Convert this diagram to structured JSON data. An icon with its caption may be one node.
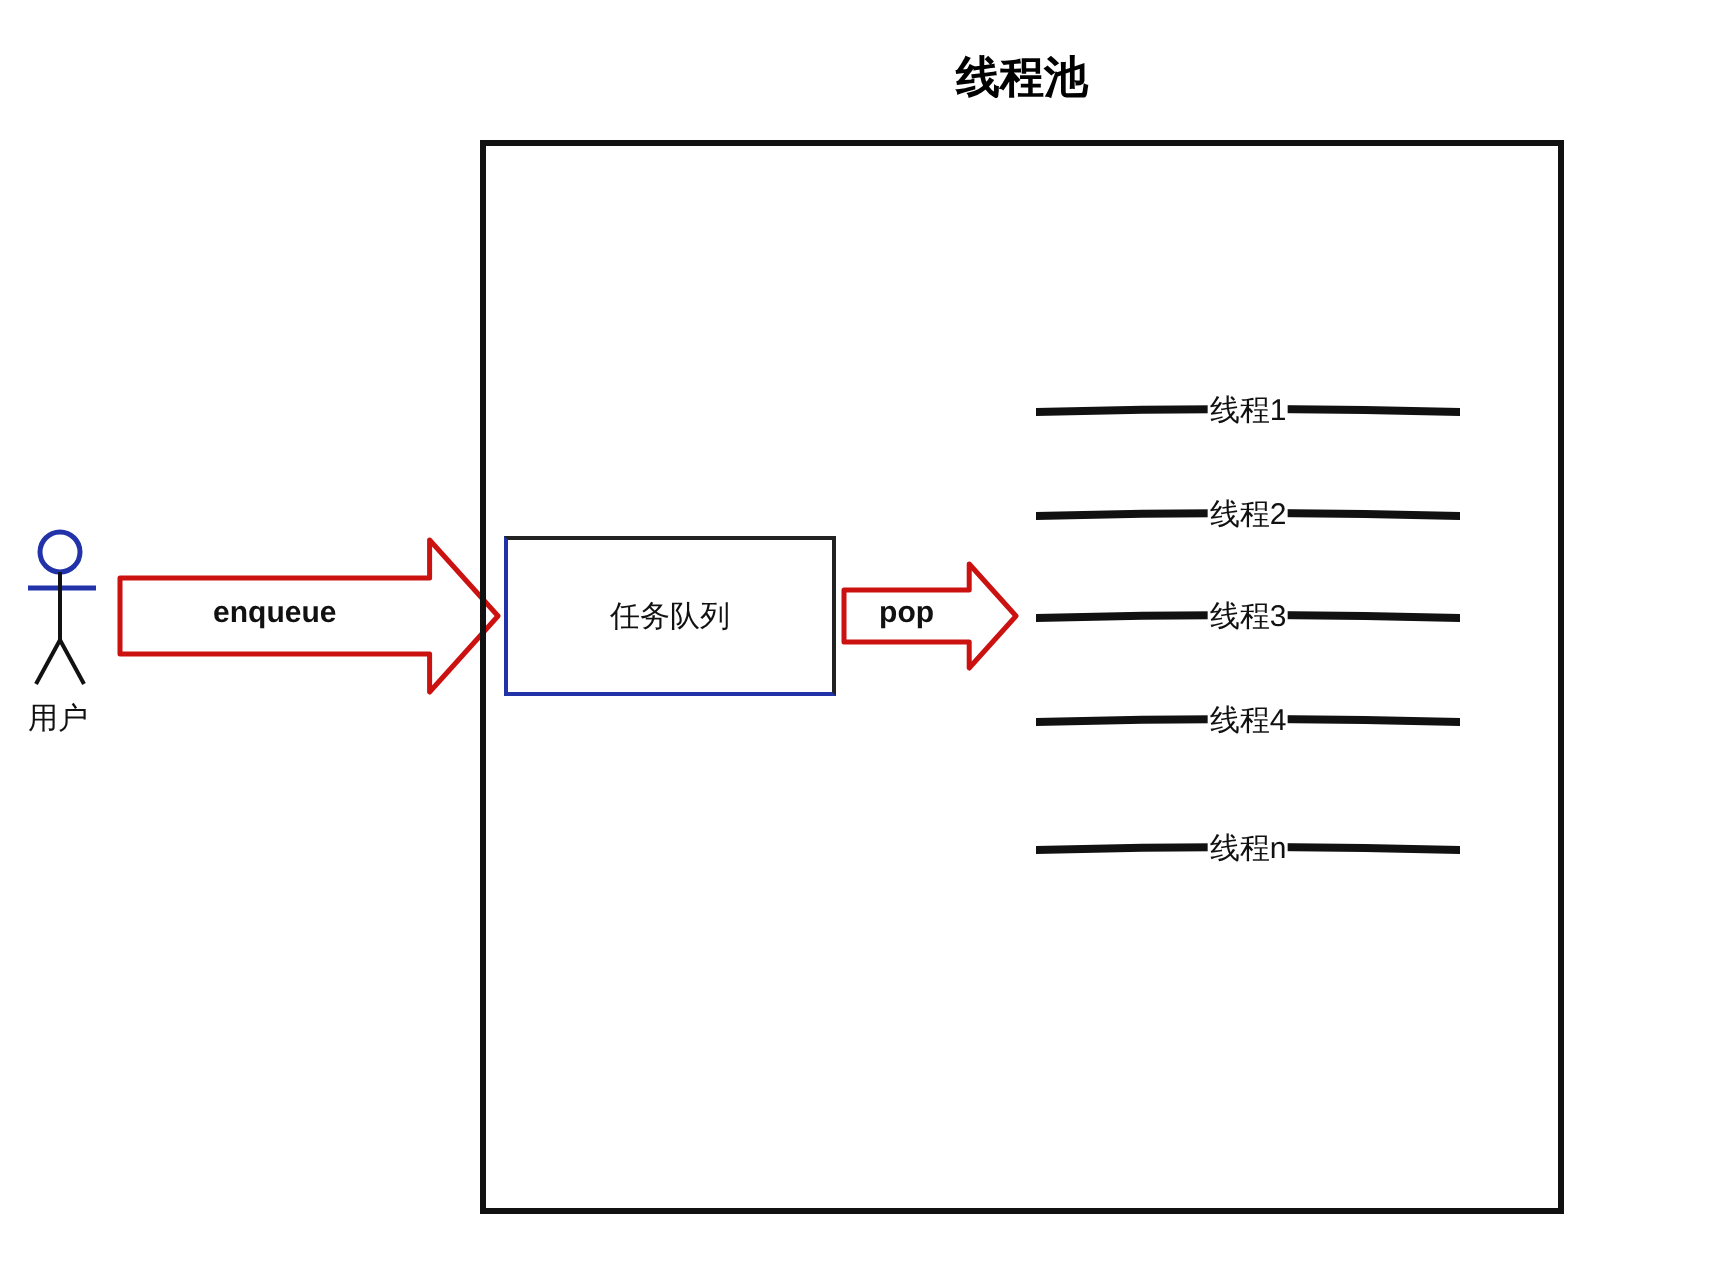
{
  "diagram": {
    "nodes": [
      {
        "text": [
          "线程池"
        ]
      },
      {
        "text": [
          "用户"
        ]
      },
      {
        "text": [
          "任务队列"
        ],
        "in": 0
      },
      {
        "text": [
          "线程1"
        ],
        "in": 0
      },
      {
        "text": [
          "线程2"
        ],
        "in": 0
      },
      {
        "text": [
          "线程3"
        ],
        "in": 0
      },
      {
        "text": [
          "线程4"
        ],
        "in": 0
      },
      {
        "text": [
          "线程n"
        ],
        "in": 0
      }
    ],
    "edges": [
      {
        "from": 1,
        "to": 2,
        "label": "enqueue",
        "arrow": "to"
      },
      {
        "from": 2,
        "to": null,
        "label": "pop",
        "arrow": "to"
      }
    ]
  }
}
